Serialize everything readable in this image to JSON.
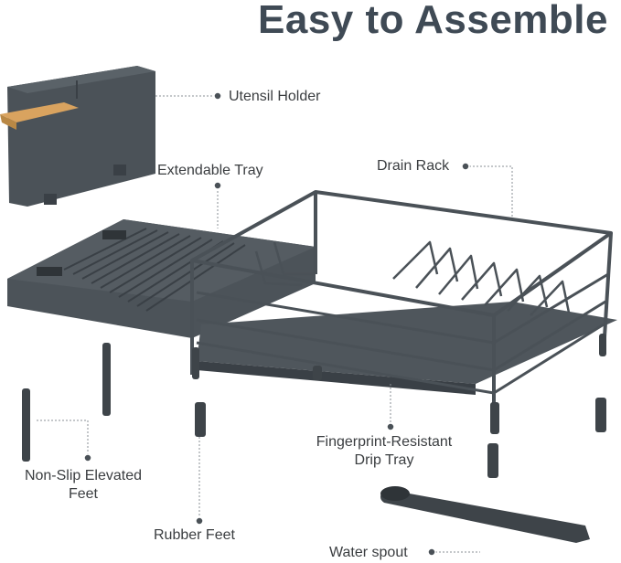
{
  "title": "Easy to Assemble",
  "labels": {
    "utensil_holder": "Utensil Holder",
    "extendable_tray": "Extendable Tray",
    "drain_rack": "Drain Rack",
    "drip_tray_line1": "Fingerprint-Resistant",
    "drip_tray_line2": "Drip Tray",
    "feet_line1": "Non-Slip Elevated",
    "feet_line2": "Feet",
    "rubber_feet": "Rubber Feet",
    "water_spout": "Water spout"
  },
  "colors": {
    "product": "#4a5157",
    "product_dark": "#3a4046",
    "wood": "#d9a35f",
    "leader": "#8a8f94"
  }
}
